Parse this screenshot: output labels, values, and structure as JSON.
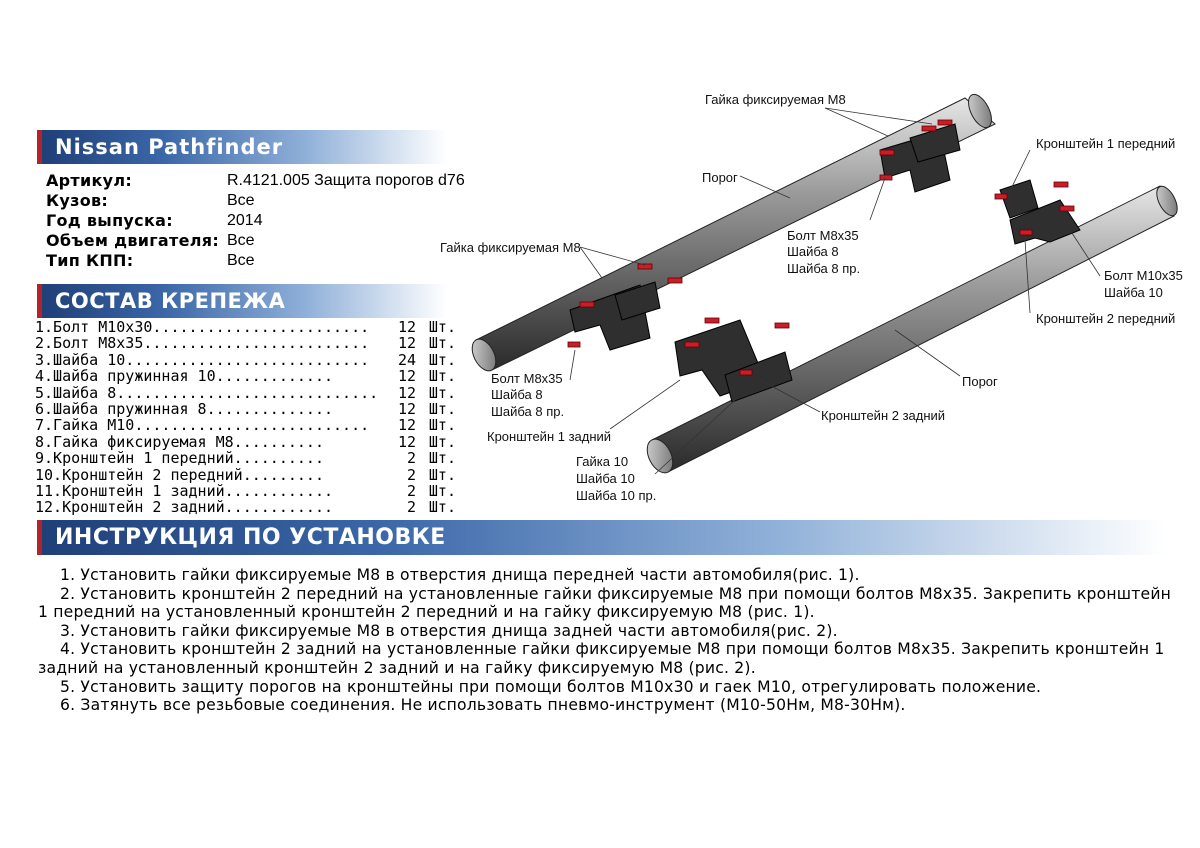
{
  "header": {
    "title": "Nissan Pathfinder"
  },
  "specs": [
    {
      "label": "Артикул:",
      "value": "R.4121.005 Защита порогов d76"
    },
    {
      "label": "Кузов:",
      "value": "Все"
    },
    {
      "label": "Год выпуска:",
      "value": "2014"
    },
    {
      "label": "Объем двигателя:",
      "value": "Все"
    },
    {
      "label": "Тип КПП:",
      "value": "Все"
    }
  ],
  "fasteners": {
    "heading": "СОСТАВ КРЕПЕЖА",
    "items": [
      {
        "name": "1.Болт М10х30........................",
        "qty": "12",
        "unit": "Шт."
      },
      {
        "name": "2.Болт М8х35.........................",
        "qty": "12",
        "unit": "Шт."
      },
      {
        "name": "3.Шайба 10...........................",
        "qty": "24",
        "unit": "Шт."
      },
      {
        "name": "4.Шайба пружинная 10.............",
        "qty": "12",
        "unit": "Шт."
      },
      {
        "name": "5.Шайба 8.............................",
        "qty": "12",
        "unit": "Шт."
      },
      {
        "name": "6.Шайба пружинная 8..............",
        "qty": "12",
        "unit": "Шт."
      },
      {
        "name": "7.Гайка М10..........................",
        "qty": "12",
        "unit": "Шт."
      },
      {
        "name": "8.Гайка фиксируемая М8..........",
        "qty": "12",
        "unit": "Шт."
      },
      {
        "name": "9.Кронштейн 1 передний..........",
        "qty": "2",
        "unit": "Шт."
      },
      {
        "name": "10.Кронштейн 2 передний.........",
        "qty": "2",
        "unit": "Шт."
      },
      {
        "name": "11.Кронштейн 1 задний............",
        "qty": "2",
        "unit": "Шт."
      },
      {
        "name": "12.Кронштейн 2 задний............",
        "qty": "2",
        "unit": "Шт."
      }
    ]
  },
  "instructions": {
    "heading": "ИНСТРУКЦИЯ ПО УСТАНОВКЕ",
    "steps": [
      "1. Установить гайки фиксируемые М8 в отверстия днища передней части автомобиля(рис. 1).",
      "2. Установить кронштейн 2 передний на установленные гайки фиксируемые М8 при помощи болтов М8х35. Закрепить кронштейн 1 передний на установленный кронштейн 2 передний и на гайку фиксируемую М8 (рис. 1).",
      "3. Установить гайки фиксируемые М8 в отверстия днища задней части автомобиля(рис. 2).",
      "4. Установить кронштейн 2 задний на установленные гайки фиксируемые М8 при помощи болтов М8х35. Закрепить кронштейн 1 задний на установленный кронштейн 2 задний и на гайку фиксируемую М8 (рис. 2).",
      "5. Установить защиту порогов на кронштейны при помощи болтов М10х30 и гаек М10, отрегулировать положение.",
      "6. Затянуть все резьбовые соединения. Не использовать пневмо-инструмент (М10-50Нм, М8-30Нм)."
    ]
  },
  "diagram": {
    "labels": {
      "nut_m8_top": "Гайка фиксируемая М8",
      "nut_m8_left": "Гайка фиксируемая М8",
      "sill_top": "Порог",
      "sill_bottom": "Порог",
      "bolt_m8_mid_1": "Болт М8х35",
      "bolt_m8_mid_2": "Шайба 8",
      "bolt_m8_mid_3": "Шайба 8 пр.",
      "bolt_m8_left_1": "Болт М8х35",
      "bolt_m8_left_2": "Шайба 8",
      "bolt_m8_left_3": "Шайба 8 пр.",
      "bracket_1_front": "Кронштейн 1 передний",
      "bracket_2_front": "Кронштейн 2 передний",
      "bolt_m10_1": "Болт М10х35",
      "bolt_m10_2": "Шайба 10",
      "bracket_1_rear": "Кронштейн 1 задний",
      "bracket_2_rear": "Кронштейн 2 задний",
      "nut10_1": "Гайка 10",
      "nut10_2": "Шайба 10",
      "nut10_3": "Шайба 10 пр."
    }
  }
}
